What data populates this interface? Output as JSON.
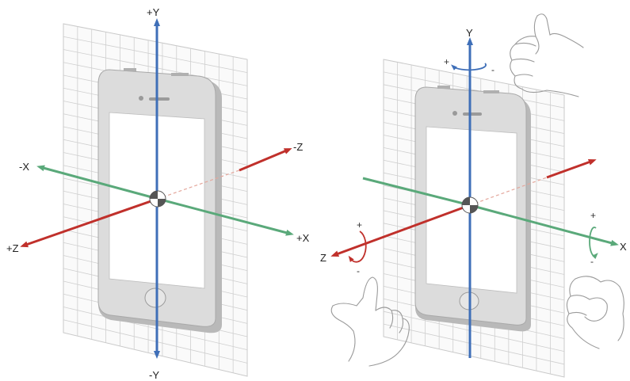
{
  "left_diagram": {
    "axes": {
      "pos_y": "+Y",
      "neg_y": "-Y",
      "neg_x": "-X",
      "pos_x": "+X",
      "neg_z": "-Z",
      "pos_z": "+Z"
    }
  },
  "right_diagram": {
    "axes": {
      "y": "Y",
      "x": "X",
      "z": "Z"
    },
    "rotation_signs": {
      "y_plus": "+",
      "y_minus": "-",
      "x_plus": "+",
      "x_minus": "-",
      "z_plus": "+",
      "z_minus": "-"
    }
  },
  "colors": {
    "x_axis": "#5aa97a",
    "y_axis": "#3f6fb8",
    "z_axis": "#c0302b",
    "grid": "#c9c9c9",
    "phone_body": "#dcdcdc",
    "screen": "#ffffff"
  },
  "icons": [
    "iphone-device",
    "thumb-up-hand",
    "thumb-left-hand",
    "thumb-right-hand",
    "rotation-arrow"
  ]
}
